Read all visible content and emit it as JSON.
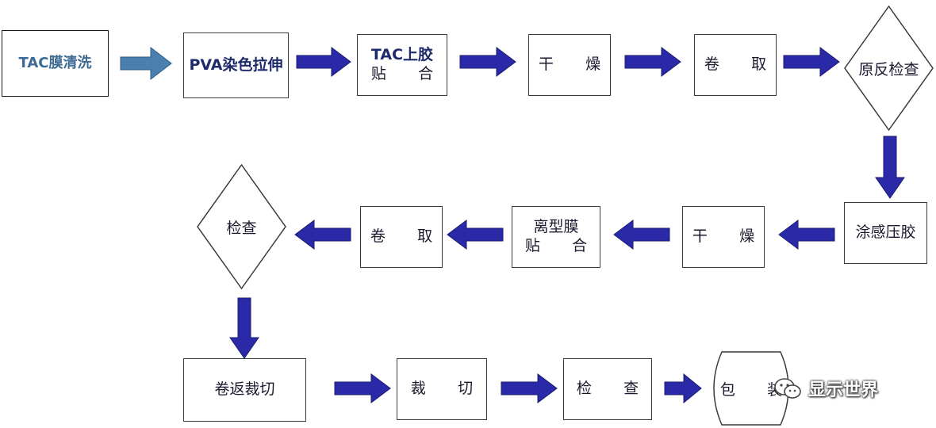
{
  "steps": {
    "tac_wash": "TAC膜清洗",
    "pva_dye": "PVA染色拉伸",
    "tac_glue_line1": "TAC上胶",
    "tac_glue_line2": "贴 合",
    "dry1": "干 燥",
    "roll1": "卷 取",
    "raw_inspect": "原反检查",
    "coat_glue": "涂感压胶",
    "dry2": "干 燥",
    "release_line1": "离型膜",
    "release_line2": "贴 合",
    "roll2": "卷 取",
    "inspect1": "检查",
    "rewind_cut": "卷返裁切",
    "cut": "裁 切",
    "inspect2": "检 查",
    "pack": "包 装"
  },
  "watermark": {
    "icon": "wechat-icon",
    "text": "显示世界"
  },
  "colors": {
    "arrow_fill": "#2a2aa8",
    "first_arrow_fill": "#4a7fb0",
    "first_text": "#3d6b94",
    "box_border": "#3a3a3a"
  }
}
